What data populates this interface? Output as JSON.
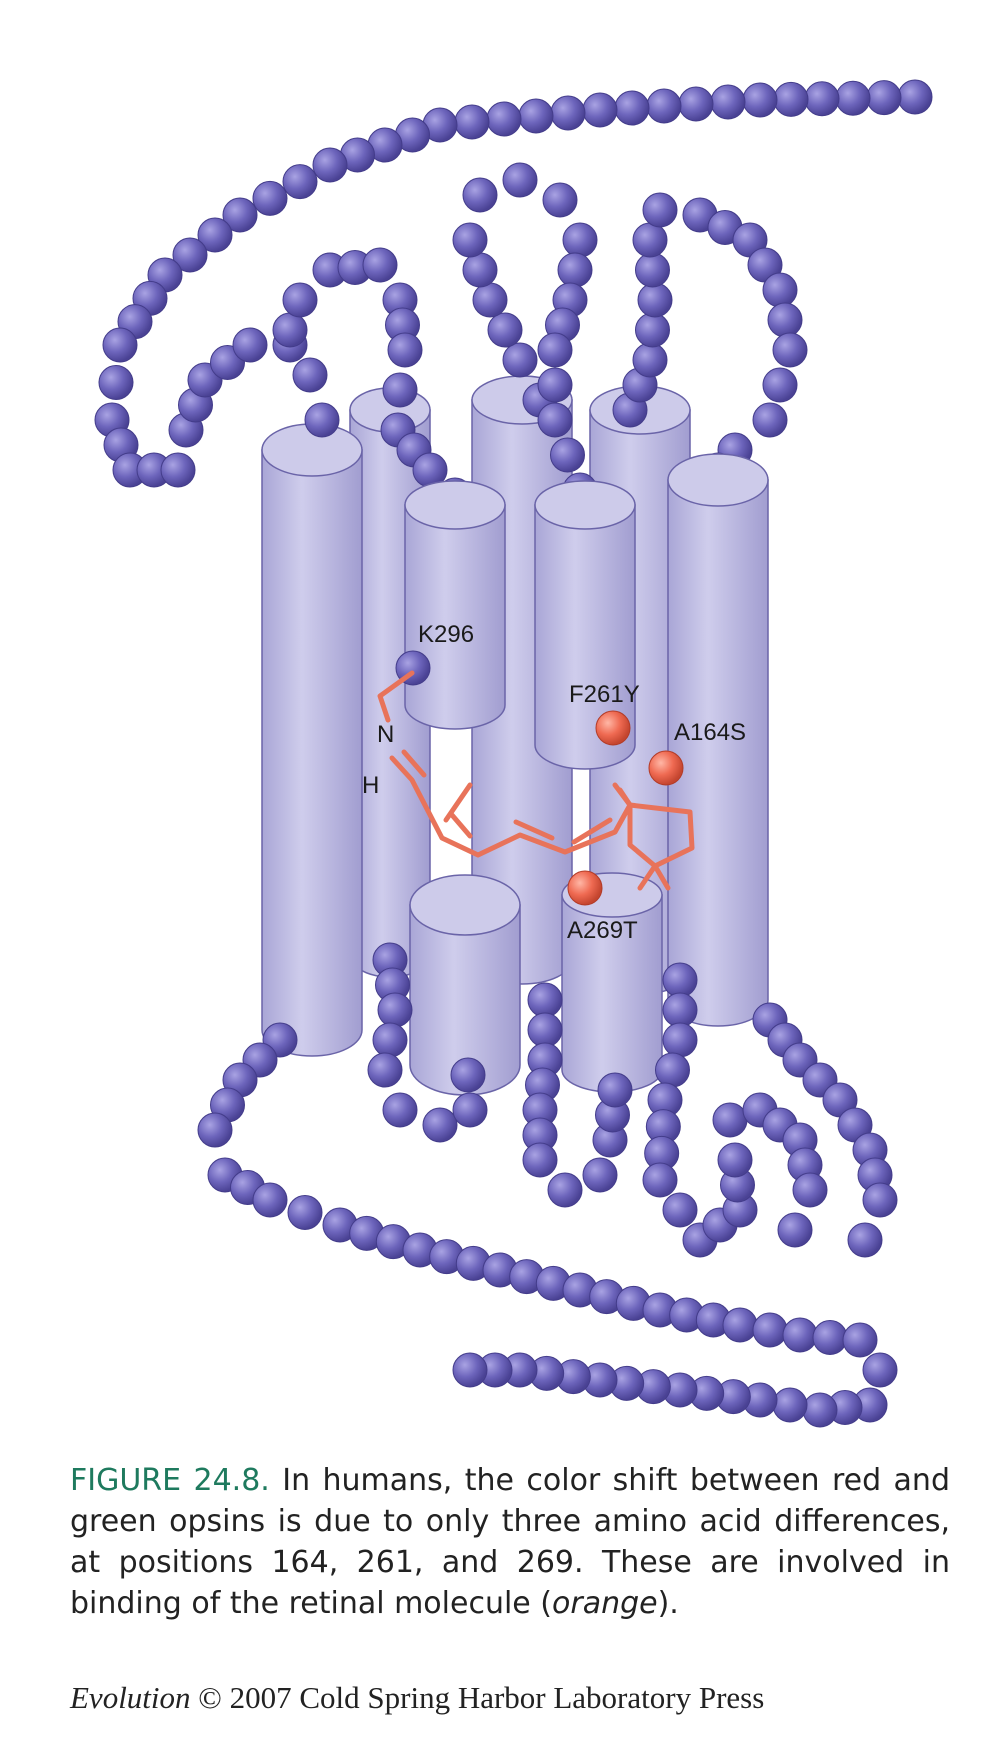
{
  "residue_labels": {
    "k296": "K296",
    "f261y": "F261Y",
    "a164s": "A164S",
    "a269t": "A269T",
    "n": "N",
    "h": "H"
  },
  "caption": {
    "figure_number": "FIGURE 24.8.",
    "before_italic": "In humans, the color shift between red and green opsins is due to only three amino acid differences, at positions 164, 261, and 269. These are involved in binding of the retinal molecule (",
    "italic": "orange",
    "after_italic": ")."
  },
  "credit": {
    "book": "Evolution",
    "rest": "© 2007 Cold Spring Harbor Laboratory Press"
  },
  "colors": {
    "helix_fill": "#c2c0e2",
    "helix_stroke": "#6a64a8",
    "bead": "#6b63b7",
    "retinal": "#e8735a",
    "mutation_bead": "#ef6a52",
    "figure_number": "#1e7a5e"
  }
}
